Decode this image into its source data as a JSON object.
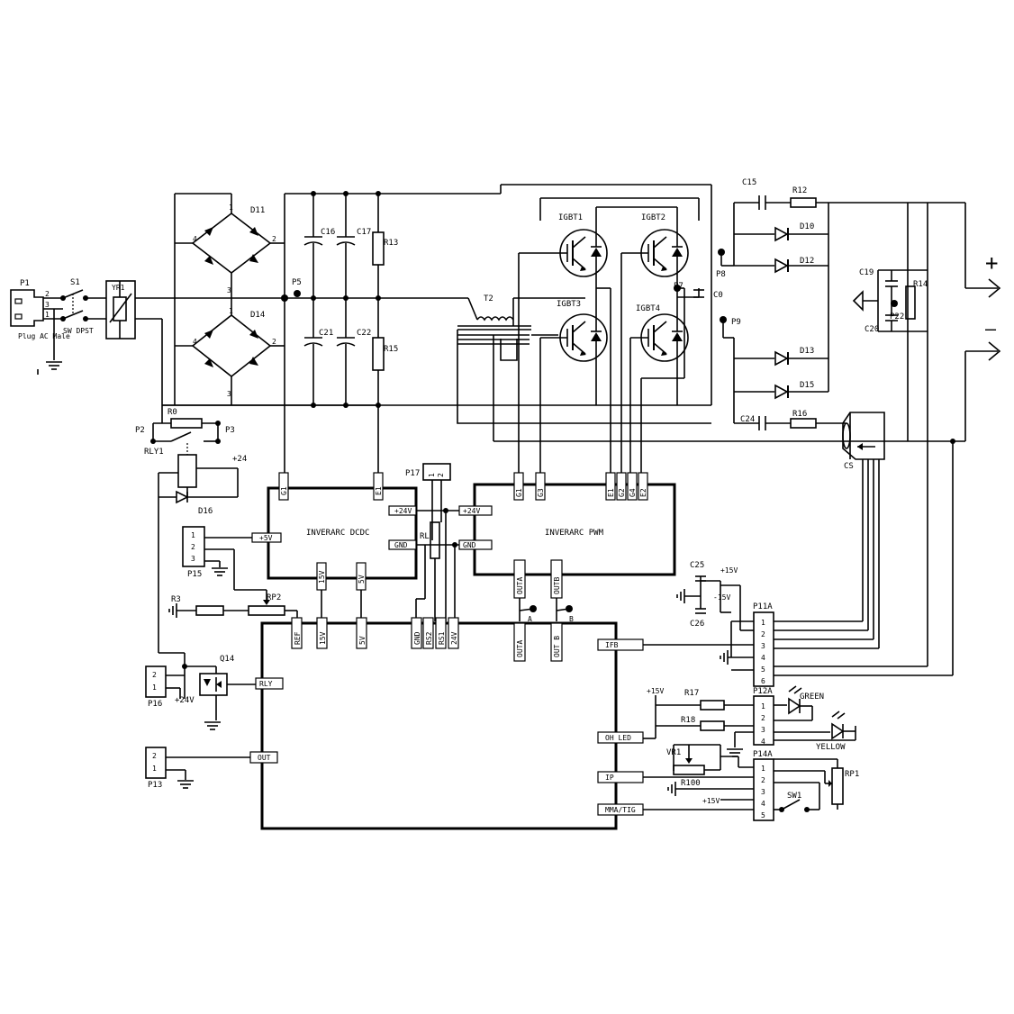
{
  "plug": {
    "ref": "P1",
    "caption": "Plug AC Male",
    "pins": [
      "2",
      "3",
      "1"
    ]
  },
  "switch_main": {
    "ref": "S1",
    "caption": "SW DPST"
  },
  "varistor": {
    "ref": "YR1"
  },
  "bridges": [
    {
      "ref": "D11",
      "pins": [
        "1",
        "2",
        "3",
        "4"
      ]
    },
    {
      "ref": "D14",
      "pins": [
        "1",
        "2",
        "3",
        "4"
      ]
    }
  ],
  "caps_bus": [
    "C16",
    "C17",
    "C21",
    "C22"
  ],
  "resistors_bus": [
    "R13",
    "R15"
  ],
  "test_points": [
    "P5",
    "P8",
    "P7",
    "P9",
    "P2",
    "P3"
  ],
  "transformer": {
    "ref": "T2"
  },
  "igbts": [
    "IGBT1",
    "IGBT2",
    "IGBT3",
    "IGBT4"
  ],
  "snubber_cap": "C0",
  "output_stage": {
    "caps": [
      "C15",
      "C24",
      "C19",
      "C20"
    ],
    "resistors": [
      "R12",
      "R16",
      "R14"
    ],
    "diodes": [
      "D10",
      "D12",
      "D13",
      "D15"
    ],
    "test_point": "P22",
    "plus": "+",
    "minus": "—"
  },
  "current_sensor": {
    "ref": "CS"
  },
  "relay": {
    "ref": "RLY1",
    "resistor": "R0",
    "diode": "D16",
    "supply": "+24"
  },
  "dcdc_board": {
    "title": "INVERARC DCDC",
    "top_pins": [
      "G1",
      "E1"
    ],
    "right_pins": [
      "+24V",
      "GND"
    ],
    "bottom_pins": [
      "15V",
      "5V"
    ],
    "left_pins": [
      "+5V"
    ]
  },
  "pwm_board": {
    "title": "INVERARC PWM",
    "top_pins": [
      "G1",
      "G3",
      "E1",
      "G2",
      "G4",
      "E2"
    ],
    "left_pins": [
      "+24V",
      "GND"
    ],
    "bottom_pins": [
      "OUTA",
      "OUTB"
    ],
    "test_labels": [
      "A",
      "B"
    ]
  },
  "p17": {
    "ref": "P17",
    "pins": [
      "1",
      "2"
    ],
    "relay": "RL"
  },
  "p15": {
    "ref": "P15",
    "pins": [
      "1",
      "2",
      "3"
    ]
  },
  "pot_network": {
    "r3": "R3",
    "rp2": "RP2"
  },
  "control_board": {
    "top_pins": [
      "REF",
      "15V",
      "5V",
      "GND",
      "RS2",
      "RS1",
      "24V",
      "OUTA",
      "OUT B"
    ],
    "right_pins": [
      "IFB",
      "OH LED",
      "IP",
      "MMA/TIG"
    ],
    "left_pins": [
      "RLY",
      "OUT"
    ]
  },
  "q14": {
    "ref": "Q14",
    "supply": "+24V"
  },
  "p16": {
    "ref": "P16",
    "pins": [
      "2",
      "1"
    ]
  },
  "p13": {
    "ref": "P13",
    "pins": [
      "2",
      "1"
    ]
  },
  "p11a": {
    "ref": "P11A",
    "pins": [
      "1",
      "2",
      "3",
      "4",
      "5",
      "6"
    ],
    "cap_top": "C25",
    "cap_bottom": "C26",
    "supply_a": "+15V",
    "supply_b": "-15V"
  },
  "p12a": {
    "ref": "P12A",
    "pins": [
      "1",
      "2",
      "3",
      "4"
    ],
    "r17": "R17",
    "r18": "R18",
    "supply": "+15V",
    "led_green": "GREEN",
    "led_yellow": "YELLOW"
  },
  "p14a": {
    "ref": "P14A",
    "pins": [
      "1",
      "2",
      "3",
      "4",
      "5"
    ],
    "vr": "VR1",
    "r100": "R100",
    "rp1": "RP1",
    "sw": "SW1",
    "supply": "+15V"
  },
  "colors": {
    "ink": "#000000",
    "paper": "#ffffff"
  },
  "icons": [
    "ground-icon",
    "diode-icon",
    "igbt-icon",
    "led-icon",
    "switch-icon",
    "capacitor-icon",
    "resistor-icon",
    "arrow-terminal-icon"
  ]
}
